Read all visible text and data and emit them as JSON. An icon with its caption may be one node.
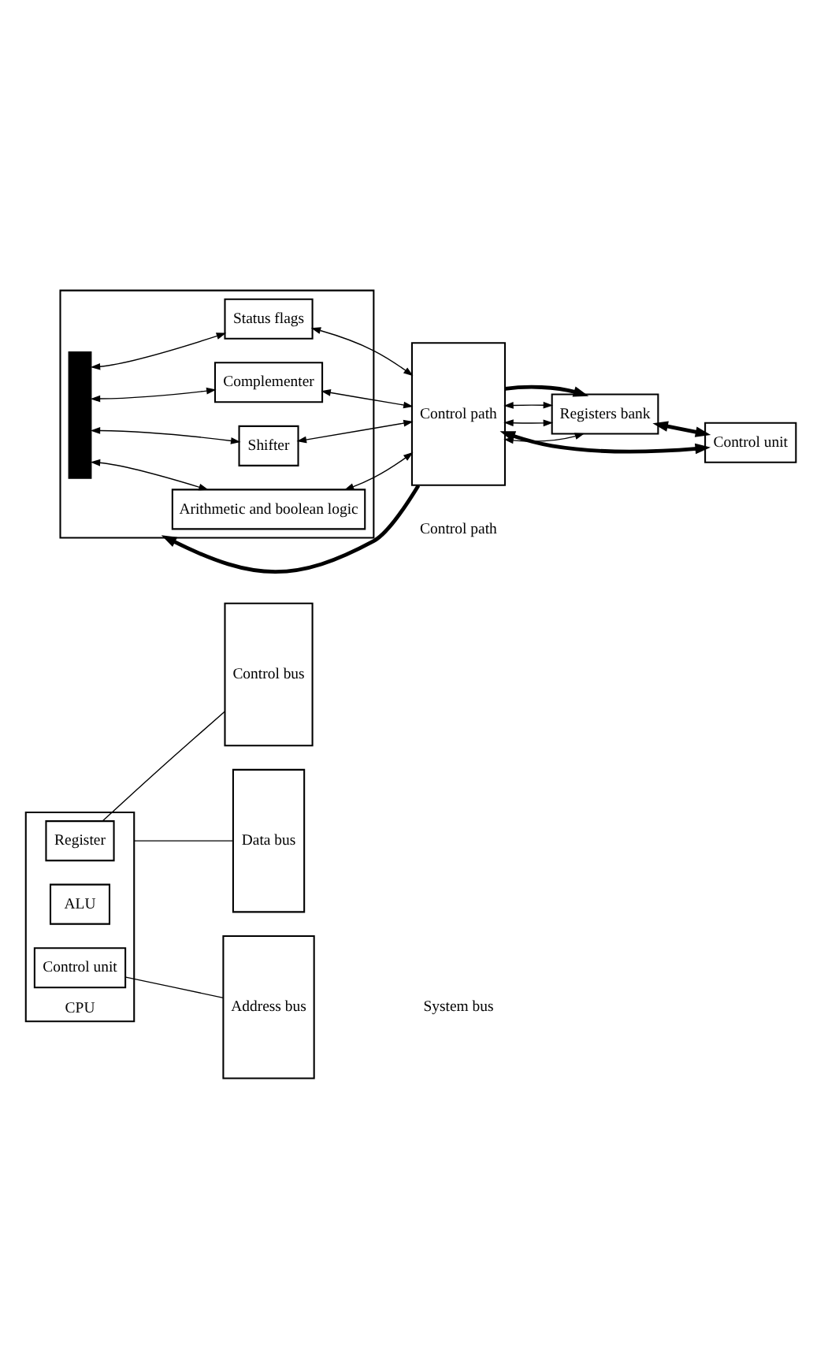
{
  "diagram": {
    "nodes": [
      {
        "text": [
          "CPU"
        ]
      },
      {
        "text": [
          "Register"
        ],
        "in": 0
      },
      {
        "text": [
          "ALU"
        ],
        "in": 0
      },
      {
        "text": [
          "Control unit"
        ],
        "in": 0
      },
      {
        "text": [
          "Control bus"
        ]
      },
      {
        "text": [
          "Data bus"
        ]
      },
      {
        "text": [
          "Address bus"
        ]
      },
      {
        "text": [],
        "shape": "box"
      },
      {
        "text": [],
        "shape": "bar",
        "in": 7
      },
      {
        "text": [
          "Status flags"
        ],
        "in": 7
      },
      {
        "text": [
          "Complementer"
        ],
        "in": 7
      },
      {
        "text": [
          "Shifter"
        ],
        "in": 7
      },
      {
        "text": [
          "Arithmetic and boolean logic"
        ],
        "in": 7
      },
      {
        "text": [
          "Control path"
        ]
      },
      {
        "text": [
          "Registers bank"
        ]
      },
      {
        "text": [
          "Control unit"
        ]
      }
    ],
    "edges": [
      {
        "from": 1,
        "to": 4,
        "arrow": "none"
      },
      {
        "from": 0,
        "to": 5,
        "arrow": "none"
      },
      {
        "from": 3,
        "to": 6,
        "arrow": "none"
      },
      {
        "from": 8,
        "to": 9,
        "arrow": "both"
      },
      {
        "from": 8,
        "to": 10,
        "arrow": "both"
      },
      {
        "from": 8,
        "to": 11,
        "arrow": "both"
      },
      {
        "from": 8,
        "to": 12,
        "arrow": "both"
      },
      {
        "from": 9,
        "to": 13,
        "arrow": "both"
      },
      {
        "from": 10,
        "to": 13,
        "arrow": "both"
      },
      {
        "from": 11,
        "to": 13,
        "arrow": "both"
      },
      {
        "from": 12,
        "to": 13,
        "arrow": "both"
      },
      {
        "from": 13,
        "to": 14,
        "arrow": "both"
      },
      {
        "from": 13,
        "to": 14,
        "arrow": "both"
      },
      {
        "from": 13,
        "to": 14,
        "arrow": "both"
      },
      {
        "from": 14,
        "to": 15,
        "arrow": "both",
        "style": "thick"
      },
      {
        "from": 13,
        "to": 15,
        "arrow": "both",
        "style": "thick"
      },
      {
        "from": 13,
        "to": 7,
        "arrow": "to",
        "style": "thick"
      },
      {
        "from": 13,
        "to": 14,
        "arrow": "to",
        "style": "thick"
      }
    ],
    "labels": [
      "System bus",
      "Control path"
    ]
  }
}
